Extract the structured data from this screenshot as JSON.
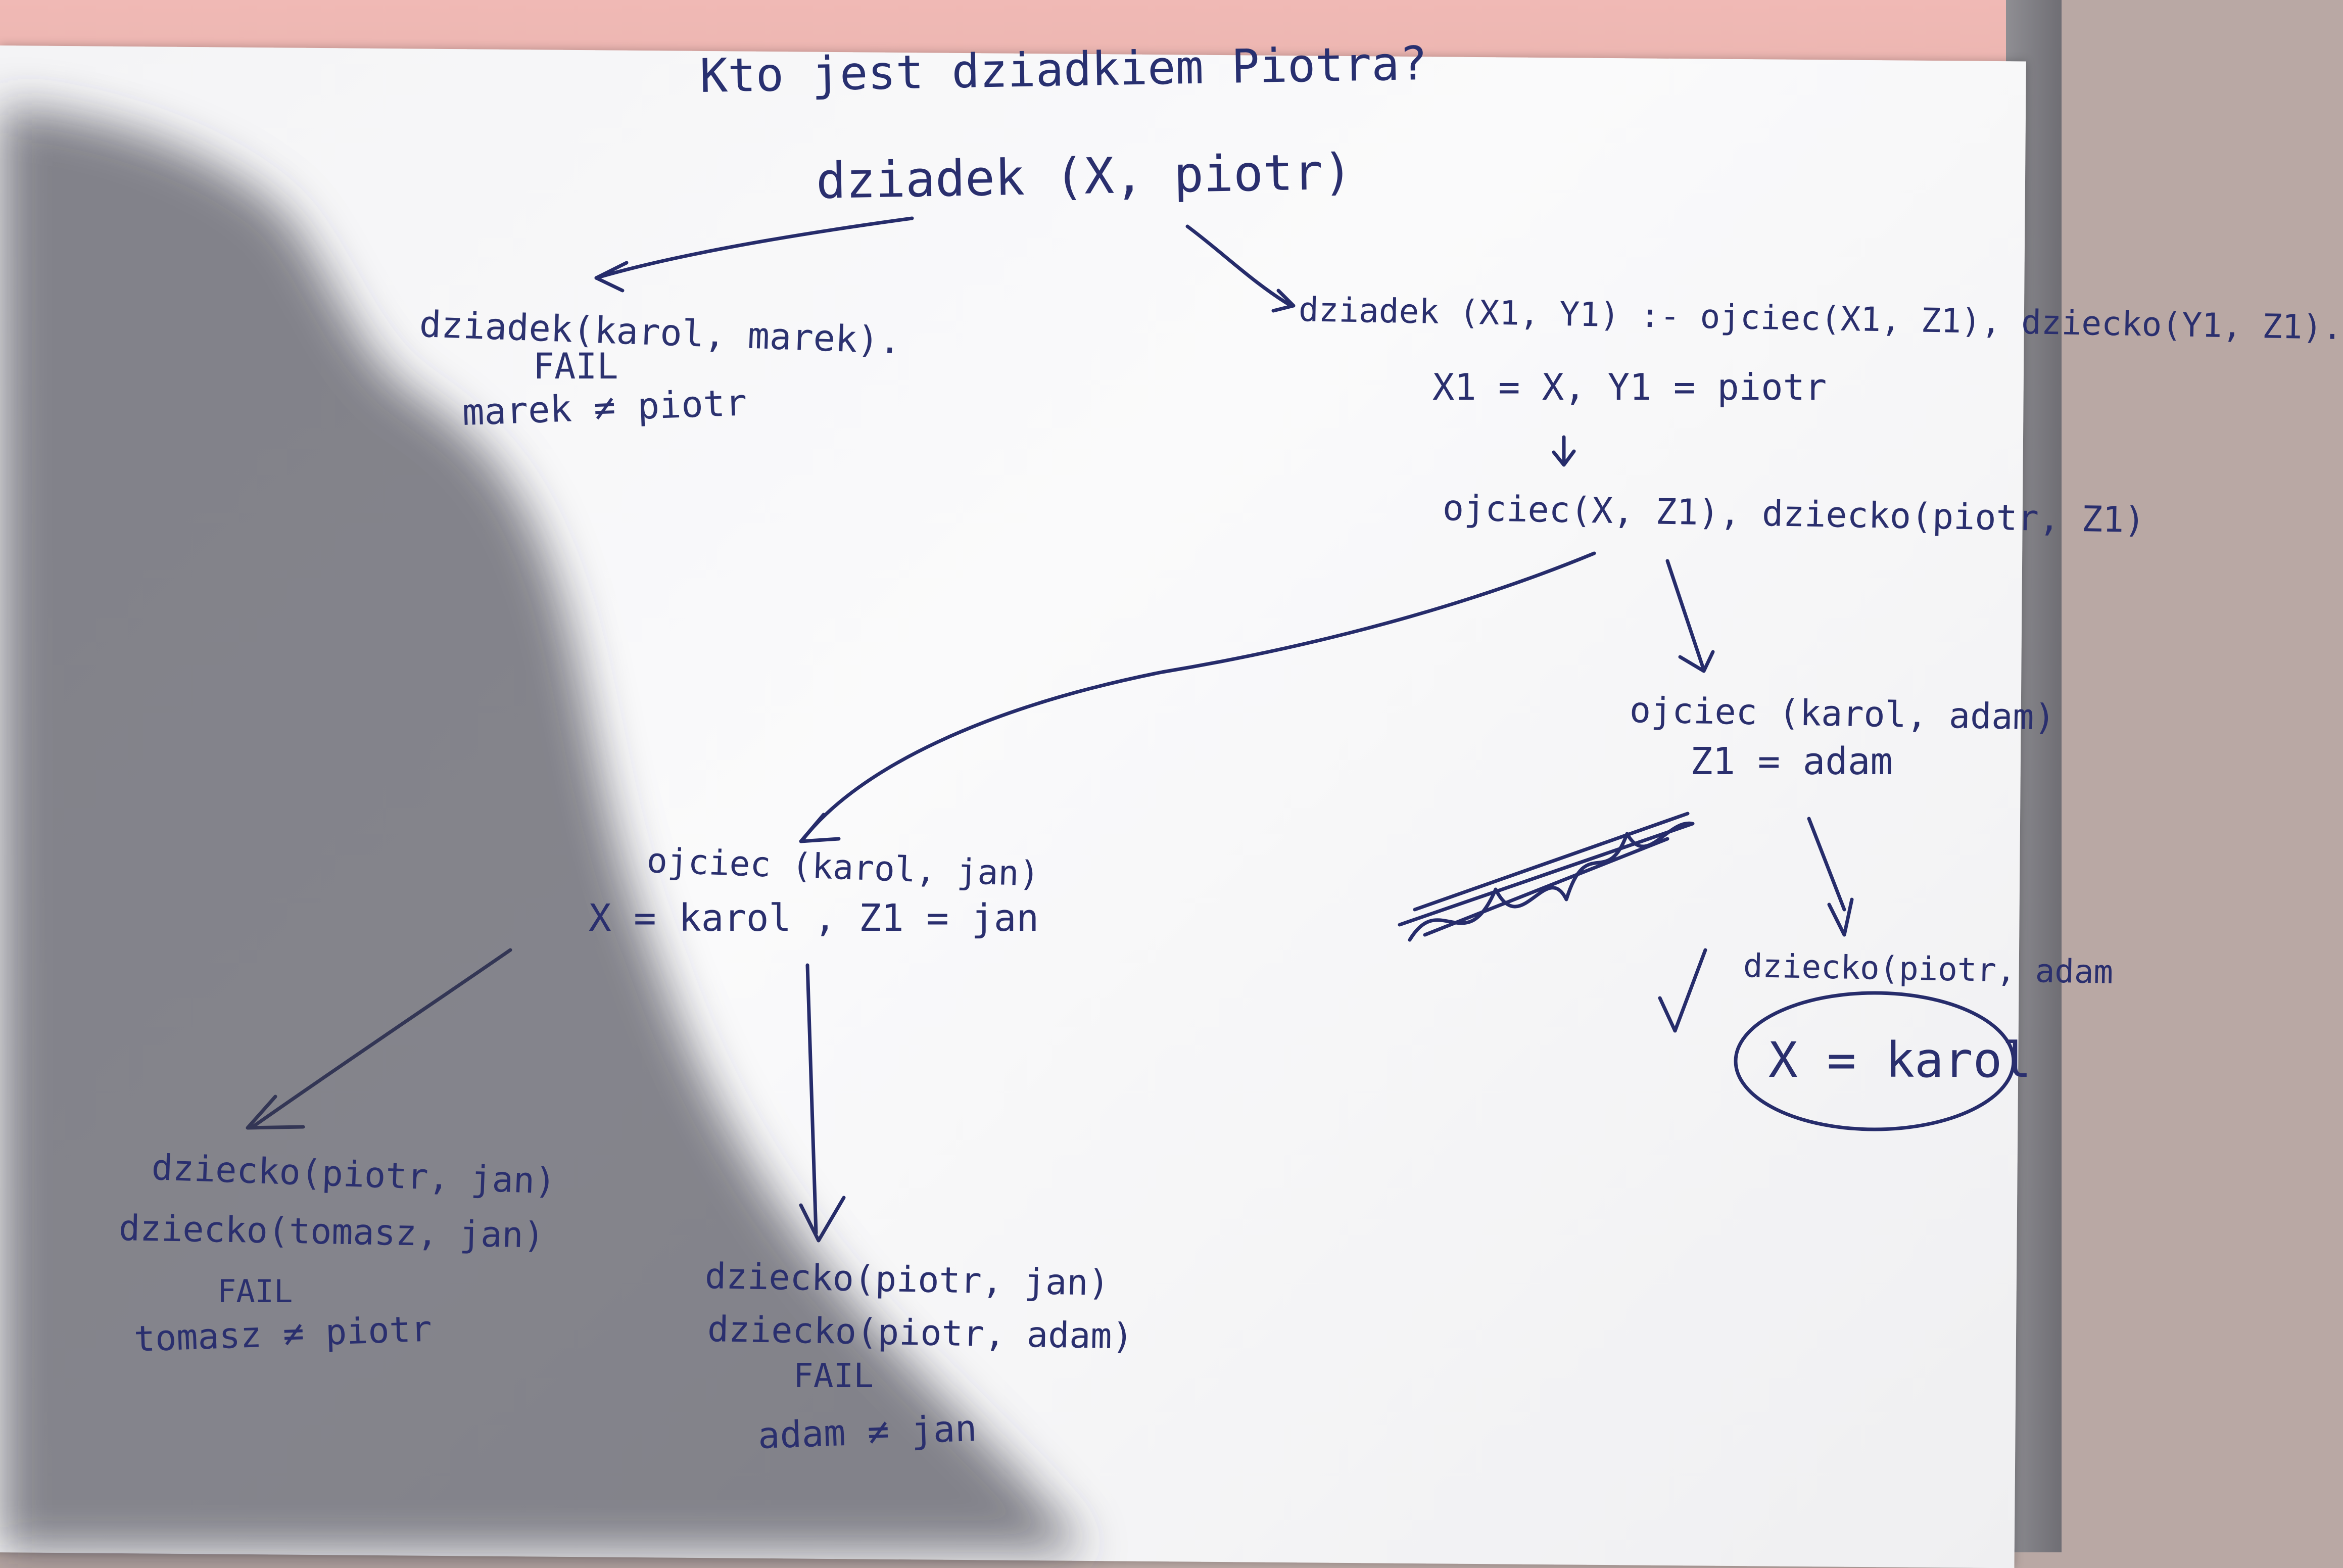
{
  "title": "Kto jest dziadkiem Piotra?",
  "root_query": "dziadek (X, piotr)",
  "left_branch": {
    "fact": "dziadek(karol, marek).",
    "result": "FAIL",
    "reason": "marek ≠ piotr"
  },
  "right_branch": {
    "rule": "dziadek (X1, Y1) :- ojciec(X1, Z1), dziecko(Y1, Z1).",
    "binding": "X1 = X,  Y1 = piotr",
    "goal": "ojciec(X, Z1), dziecko(piotr, Z1)"
  },
  "node_jan": {
    "fact": "ojciec (karol, jan)",
    "binding": "X = karol , Z1 = jan",
    "left": {
      "line1": "dziecko(piotr, jan)",
      "line2": "dziecko(tomasz, jan)",
      "result": "FAIL",
      "reason": "tomasz ≠ piotr"
    },
    "right": {
      "line1": "dziecko(piotr, jan)",
      "line2": "dziecko(piotr, adam)",
      "result": "FAIL",
      "reason": "adam ≠ jan"
    }
  },
  "node_adam": {
    "fact": "ojciec (karol, adam)",
    "binding": "Z1 = adam",
    "child": "dziecko(piotr, adam",
    "answer": "X = karol",
    "check": "✓"
  },
  "ink_color": "#262c6b"
}
